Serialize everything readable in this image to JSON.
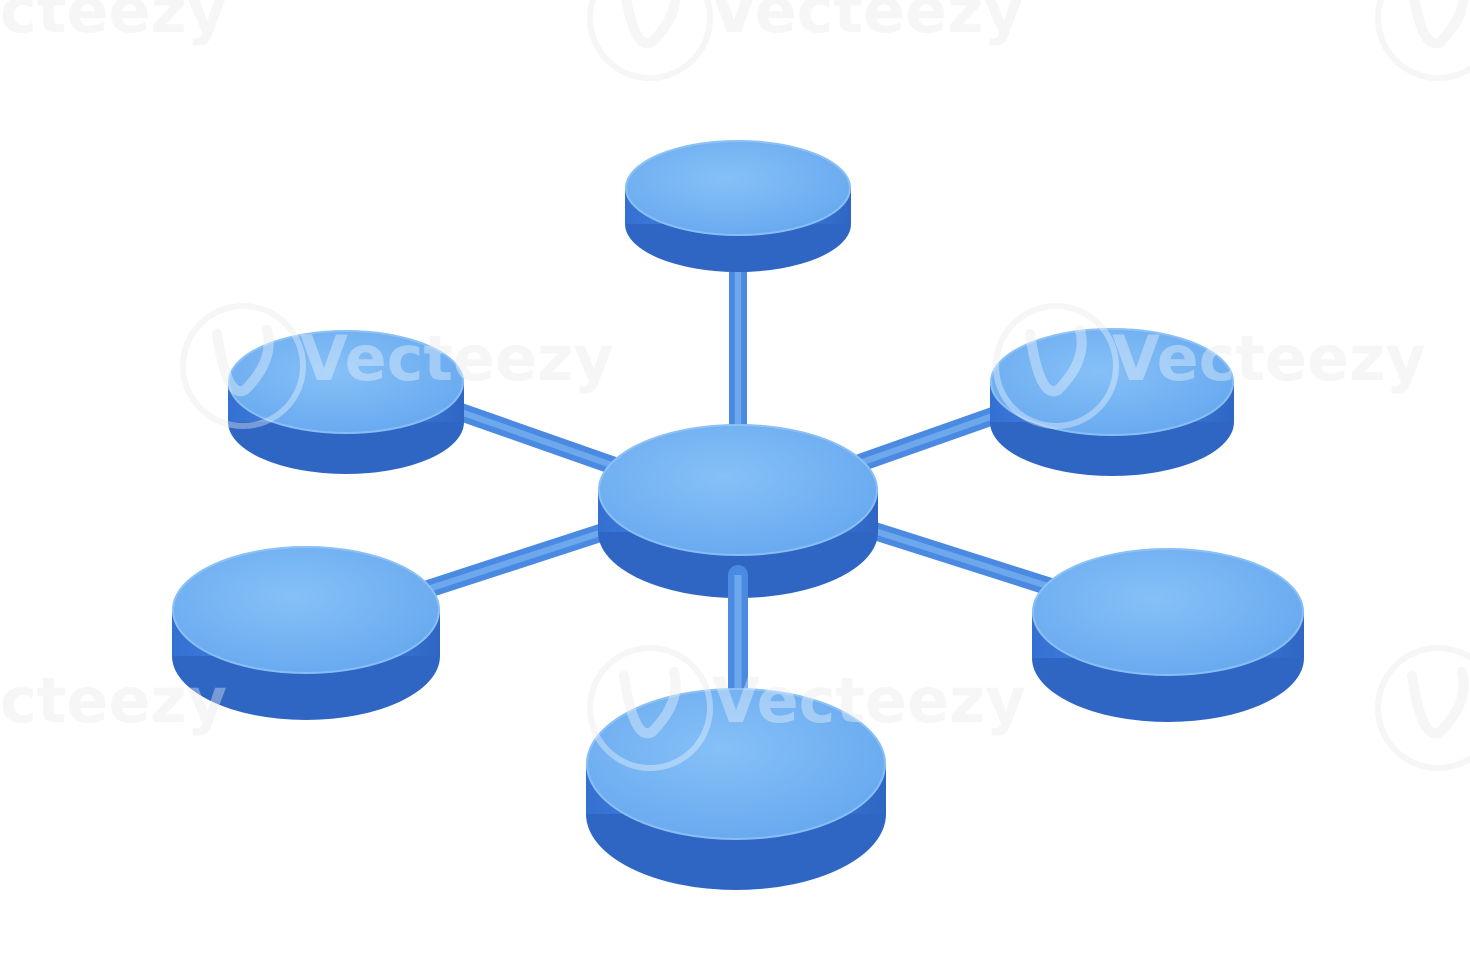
{
  "watermark": {
    "brand": "Vecteezy",
    "fragment": "cteezy",
    "color": "#f2f2f2",
    "icon": "vecteezy-v-logo"
  },
  "scene": {
    "background": "#ffffff",
    "colors": {
      "disc_top": "#6fb0f2",
      "disc_top_light": "#82bdf6",
      "disc_side": "#3f7fdc",
      "disc_side_dark": "#2f66c4",
      "connector": "#4a8ae2",
      "connector_light": "#76b0f0"
    },
    "hub": {
      "name": "center-hub"
    },
    "satellites": [
      {
        "name": "top"
      },
      {
        "name": "upper-left"
      },
      {
        "name": "upper-right"
      },
      {
        "name": "lower-left"
      },
      {
        "name": "lower-right"
      },
      {
        "name": "bottom"
      }
    ]
  }
}
